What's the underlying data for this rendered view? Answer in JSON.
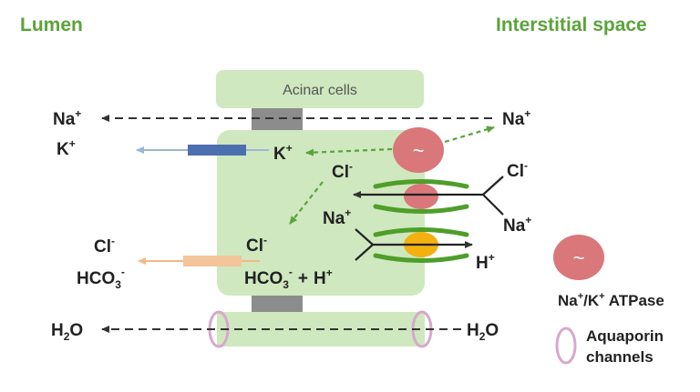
{
  "headers": {
    "lumen": "Lumen",
    "interstitial": "Interstitial space"
  },
  "acinar_label": "Acinar cells",
  "ions": {
    "na_left": {
      "base": "Na",
      "sup": "+"
    },
    "k_left": {
      "base": "K",
      "sup": "+"
    },
    "na_right": {
      "base": "Na",
      "sup": "+"
    },
    "k_cell": {
      "base": "K",
      "sup": "+"
    },
    "cl_cell_top": {
      "base": "Cl",
      "sup": "-"
    },
    "cl_right": {
      "base": "Cl",
      "sup": "-"
    },
    "na_cell": {
      "base": "Na",
      "sup": "+"
    },
    "na_right_low": {
      "base": "Na",
      "sup": "+"
    },
    "cl_cell_mid": {
      "base": "Cl",
      "sup": "-"
    },
    "cl_left": {
      "base": "Cl",
      "sup": "-"
    },
    "hco3_left": {
      "base": "HCO",
      "sub": "3",
      "sup": "-"
    },
    "hco3_cell": {
      "base": "HCO",
      "sub": "3",
      "sup": "-"
    },
    "plus": "+",
    "h_cell": {
      "base": "H",
      "sup": "+"
    },
    "h_right": {
      "base": "H",
      "sup": "+"
    },
    "h2o_left": {
      "base": "H",
      "sub": "2",
      "tail": "O"
    },
    "h2o_right": {
      "base": "H",
      "sub": "2",
      "tail": "O"
    }
  },
  "pump_symbol": "~",
  "legend": {
    "atpase": {
      "base": "Na",
      "sup1": "+",
      "mid": "/K",
      "sup2": "+",
      "tail": " ATPase"
    },
    "aquaporin_line1": "Aquaporin",
    "aquaporin_line2": "channels"
  },
  "colors": {
    "green_text": "#5aa33a",
    "cell_fill": "#cfe8bf",
    "gap_gray": "#8c8c8c",
    "pump_red": "#d9777a",
    "exchanger_green": "#4f9e2a",
    "yellow": "#f3b10f",
    "blue_channel": "#4c6fb0",
    "orange_channel": "#f4c49a",
    "aquaporin": "#d8a7cc",
    "arrow_dark": "#333333"
  }
}
